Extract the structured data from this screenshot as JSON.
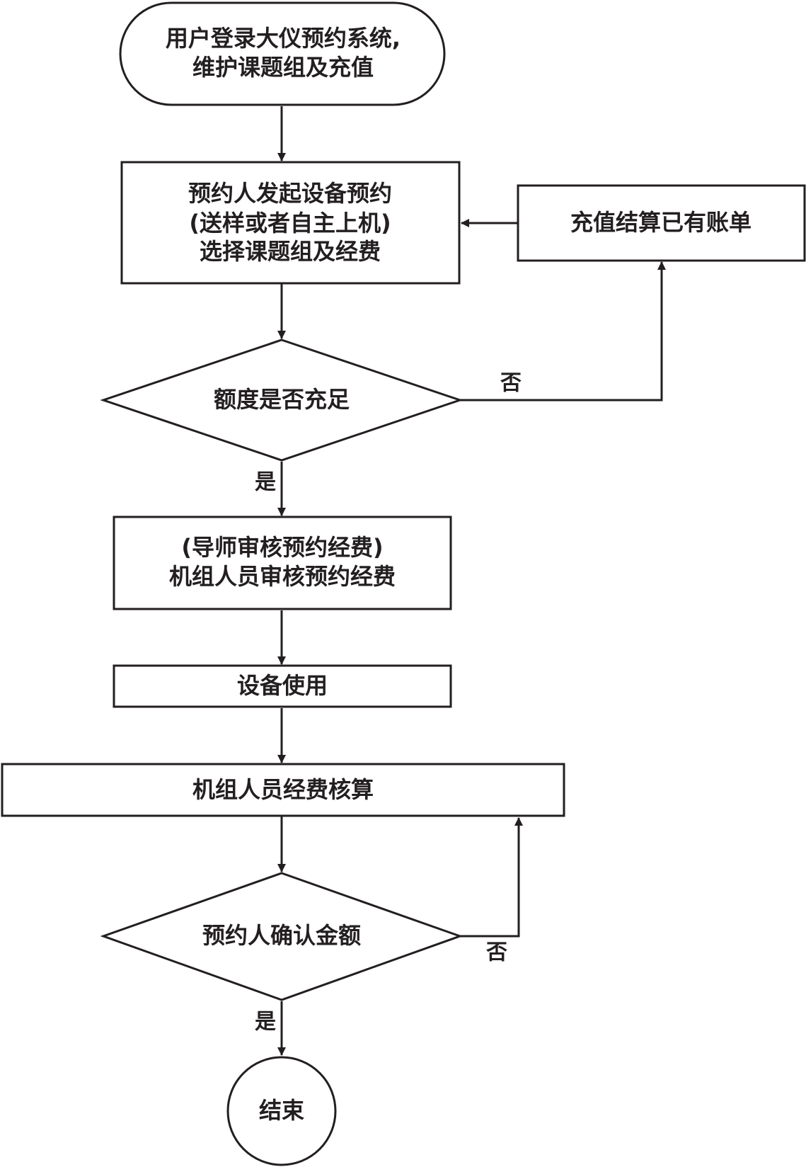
{
  "nodes": {
    "start": {
      "line1": "用户登录大仪预约系统,",
      "line2": "维护课题组及充值"
    },
    "initiate": {
      "line1": "预约人发起设备预约",
      "line2": "(送样或者自主上机)",
      "line3": "选择课题组及经费"
    },
    "recharge": {
      "label": "充值结算已有账单"
    },
    "quota_check": {
      "label": "额度是否充足"
    },
    "review": {
      "line1": "(导师审核预约经费)",
      "line2": "机组人员审核预约经费"
    },
    "use": {
      "label": "设备使用"
    },
    "accounting": {
      "label": "机组人员经费核算"
    },
    "confirm": {
      "label": "预约人确认金额"
    },
    "end": {
      "label": "结束"
    }
  },
  "edges": {
    "quota_yes": "是",
    "quota_no": "否",
    "confirm_yes": "是",
    "confirm_no": "否"
  }
}
